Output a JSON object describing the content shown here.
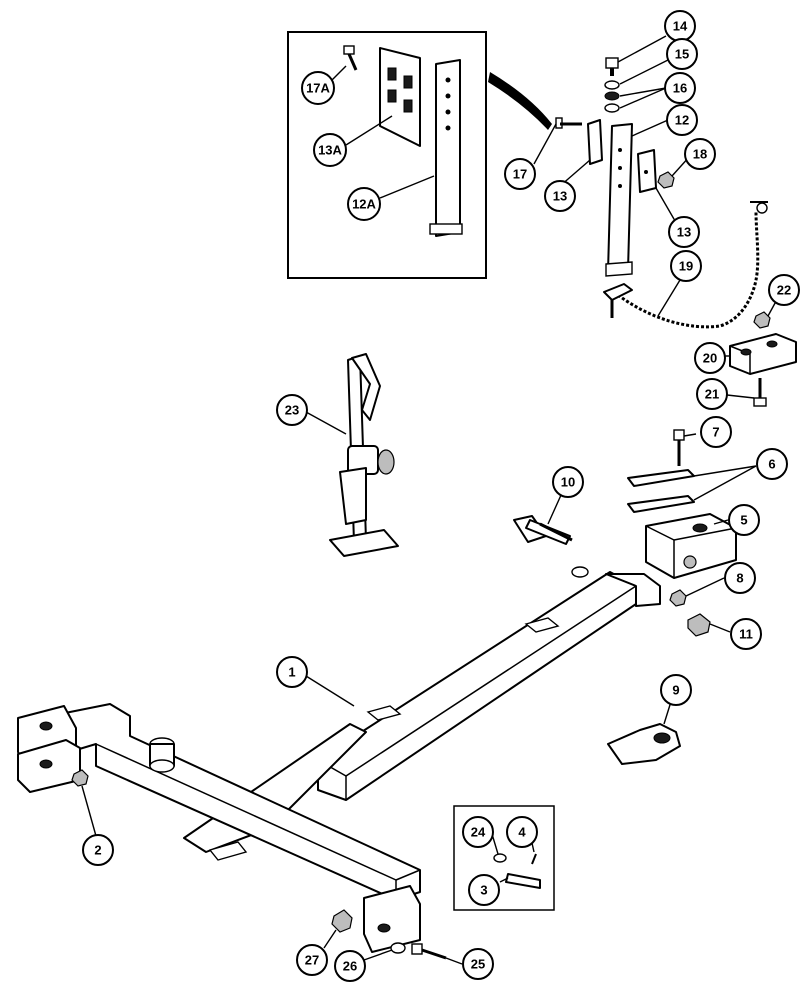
{
  "callouts": [
    {
      "id": "c14",
      "label": "14"
    },
    {
      "id": "c15",
      "label": "15"
    },
    {
      "id": "c16",
      "label": "16"
    },
    {
      "id": "c12",
      "label": "12"
    },
    {
      "id": "c17",
      "label": "17"
    },
    {
      "id": "c13a",
      "label": "13"
    },
    {
      "id": "c18",
      "label": "18"
    },
    {
      "id": "c13b",
      "label": "13"
    },
    {
      "id": "c17A",
      "label": "17A"
    },
    {
      "id": "c13A",
      "label": "13A"
    },
    {
      "id": "c12A",
      "label": "12A"
    },
    {
      "id": "c19",
      "label": "19"
    },
    {
      "id": "c22",
      "label": "22"
    },
    {
      "id": "c20",
      "label": "20"
    },
    {
      "id": "c21",
      "label": "21"
    },
    {
      "id": "c23",
      "label": "23"
    },
    {
      "id": "c7",
      "label": "7"
    },
    {
      "id": "c6",
      "label": "6"
    },
    {
      "id": "c10",
      "label": "10"
    },
    {
      "id": "c5",
      "label": "5"
    },
    {
      "id": "c8",
      "label": "8"
    },
    {
      "id": "c11",
      "label": "11"
    },
    {
      "id": "c1",
      "label": "1"
    },
    {
      "id": "c9",
      "label": "9"
    },
    {
      "id": "c2",
      "label": "2"
    },
    {
      "id": "c24",
      "label": "24"
    },
    {
      "id": "c4",
      "label": "4"
    },
    {
      "id": "c3",
      "label": "3"
    },
    {
      "id": "c27",
      "label": "27"
    },
    {
      "id": "c26",
      "label": "26"
    },
    {
      "id": "c25",
      "label": "25"
    }
  ]
}
